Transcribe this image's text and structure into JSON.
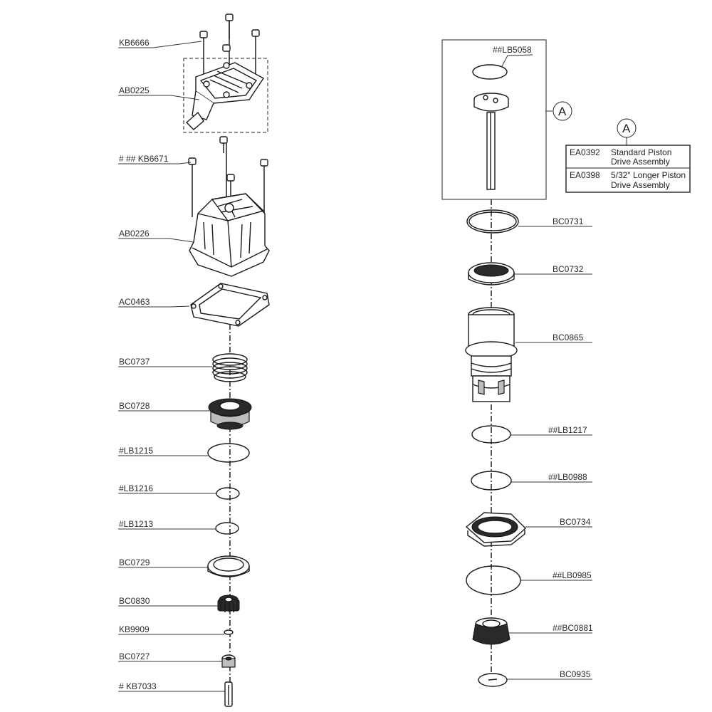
{
  "labels": {
    "kb6666": "KB6666",
    "ab0225": "AB0225",
    "kb6671": "# ## KB6671",
    "ab0226": "AB0226",
    "ac0463": "AC0463",
    "bc0737": "BC0737",
    "bc0728": "BC0728",
    "lb1215": "#LB1215",
    "lb1216": "#LB1216",
    "lb1213": "#LB1213",
    "bc0729": "BC0729",
    "bc0830": "BC0830",
    "kb9909": "KB9909",
    "bc0727": "BC0727",
    "kb7033": "# KB7033",
    "lb5058": "##LB5058",
    "bc0731": "BC0731",
    "bc0732": "BC0732",
    "bc0865": "BC0865",
    "lb1217": "##LB1217",
    "lb0988": "##LB0988",
    "bc0734": "BC0734",
    "lb0985": "##LB0985",
    "bc0881": "##BC0881",
    "bc0935": "BC0935"
  },
  "callout": "A",
  "assembly_table": {
    "callout": "A",
    "rows": [
      {
        "code": "EA0392",
        "line1": "Standard Piston",
        "line2": "Drive Assembly"
      },
      {
        "code": "EA0398",
        "line1": "5/32\" Longer Piston",
        "line2": "Drive Assembly"
      }
    ]
  }
}
